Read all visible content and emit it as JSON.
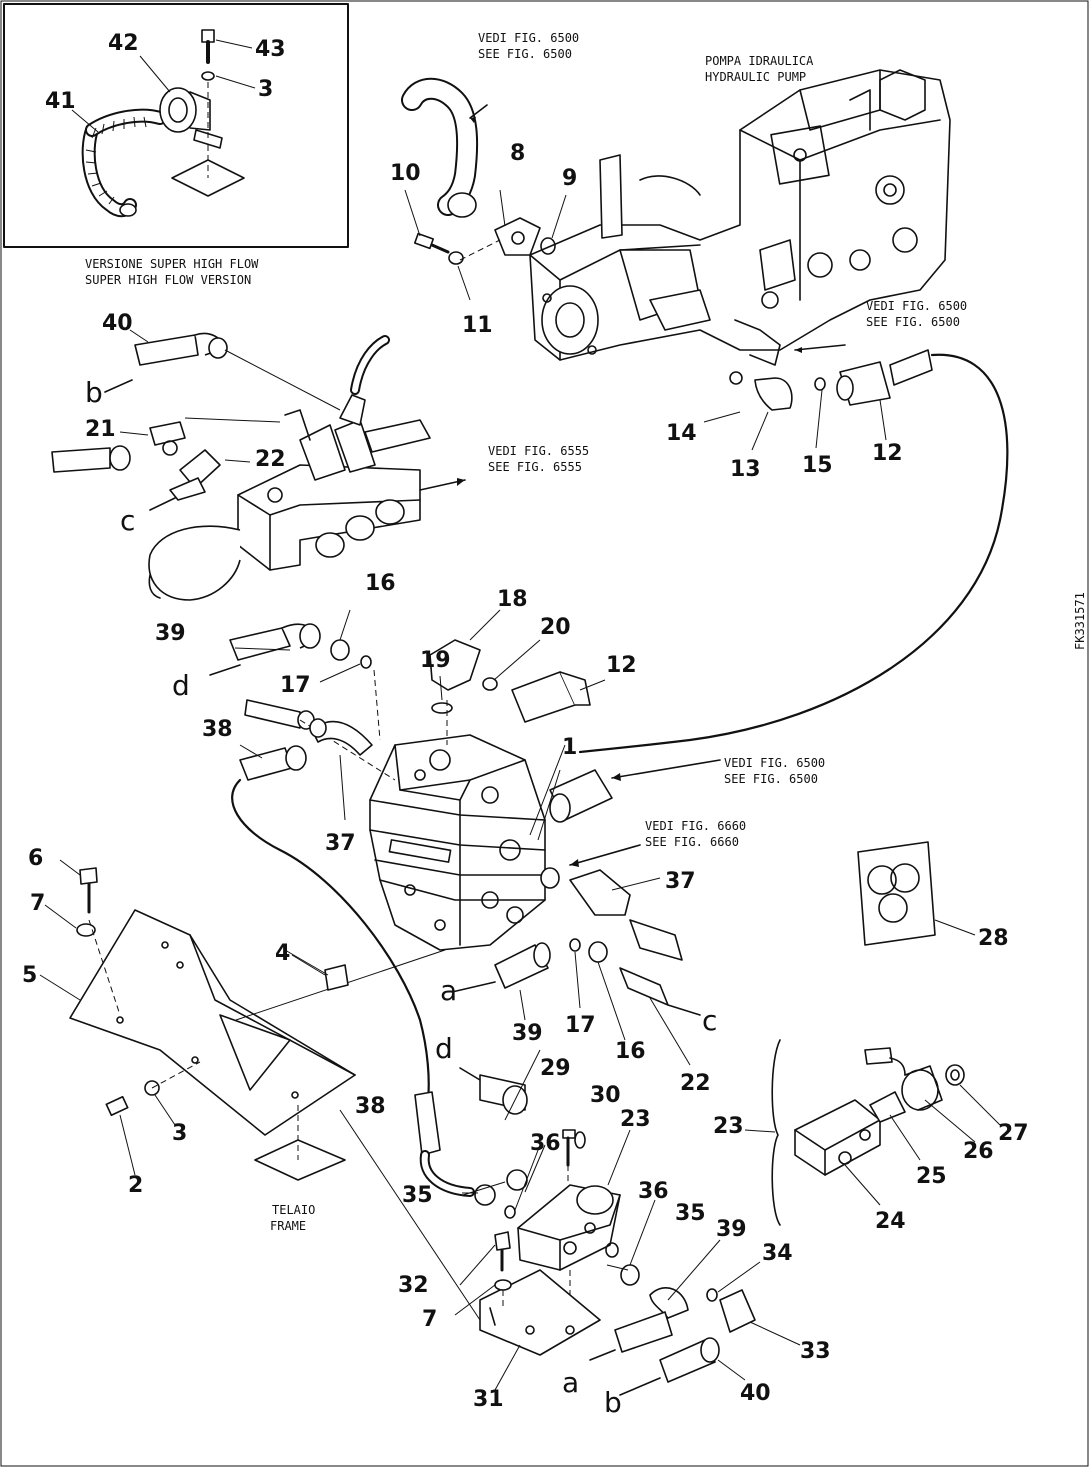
{
  "callouts": {
    "c1": "1",
    "c2": "2",
    "c3a": "3",
    "c3b": "3",
    "c4": "4",
    "c5": "5",
    "c6": "6",
    "c7a": "7",
    "c7b": "7",
    "c8": "8",
    "c9": "9",
    "c10": "10",
    "c11": "11",
    "c12a": "12",
    "c12b": "12",
    "c13": "13",
    "c14": "14",
    "c15": "15",
    "c16a": "16",
    "c16b": "16",
    "c17a": "17",
    "c17b": "17",
    "c18": "18",
    "c19": "19",
    "c20": "20",
    "c21": "21",
    "c22a": "22",
    "c22b": "22",
    "c23a": "23",
    "c23b": "23",
    "c24": "24",
    "c25": "25",
    "c26": "26",
    "c27": "27",
    "c28": "28",
    "c29": "29",
    "c30": "30",
    "c31": "31",
    "c32": "32",
    "c33": "33",
    "c34": "34",
    "c35a": "35",
    "c35b": "35",
    "c36a": "36",
    "c36b": "36",
    "c37a": "37",
    "c37b": "37",
    "c38a": "38",
    "c38b": "38",
    "c39a": "39",
    "c39b": "39",
    "c39c": "39",
    "c40a": "40",
    "c40b": "40",
    "c41": "41",
    "c42": "42",
    "c43": "43"
  },
  "connection_letters": {
    "a1": "a",
    "a2": "a",
    "b1": "b",
    "b2": "b",
    "c1": "c",
    "c2": "c",
    "d1": "d",
    "d2": "d"
  },
  "notes": {
    "inset_it": "VERSIONE SUPER HIGH FLOW",
    "inset_en": "SUPER HIGH FLOW VERSION",
    "fig6500_top_it": "VEDI FIG. 6500",
    "fig6500_top_en": "SEE FIG. 6500",
    "pump_it": "POMPA IDRAULICA",
    "pump_en": "HYDRAULIC PUMP",
    "fig6500_right_it": "VEDI FIG. 6500",
    "fig6500_right_en": "SEE FIG. 6500",
    "fig6555_it": "VEDI FIG. 6555",
    "fig6555_en": "SEE FIG. 6555",
    "fig6500_mid_it": "VEDI FIG. 6500",
    "fig6500_mid_en": "SEE FIG. 6500",
    "fig6660_it": "VEDI FIG. 6660",
    "fig6660_en": "SEE FIG. 6660",
    "frame_it": "TELAIO",
    "frame_en": "FRAME",
    "drawing_code": "FK331571"
  }
}
